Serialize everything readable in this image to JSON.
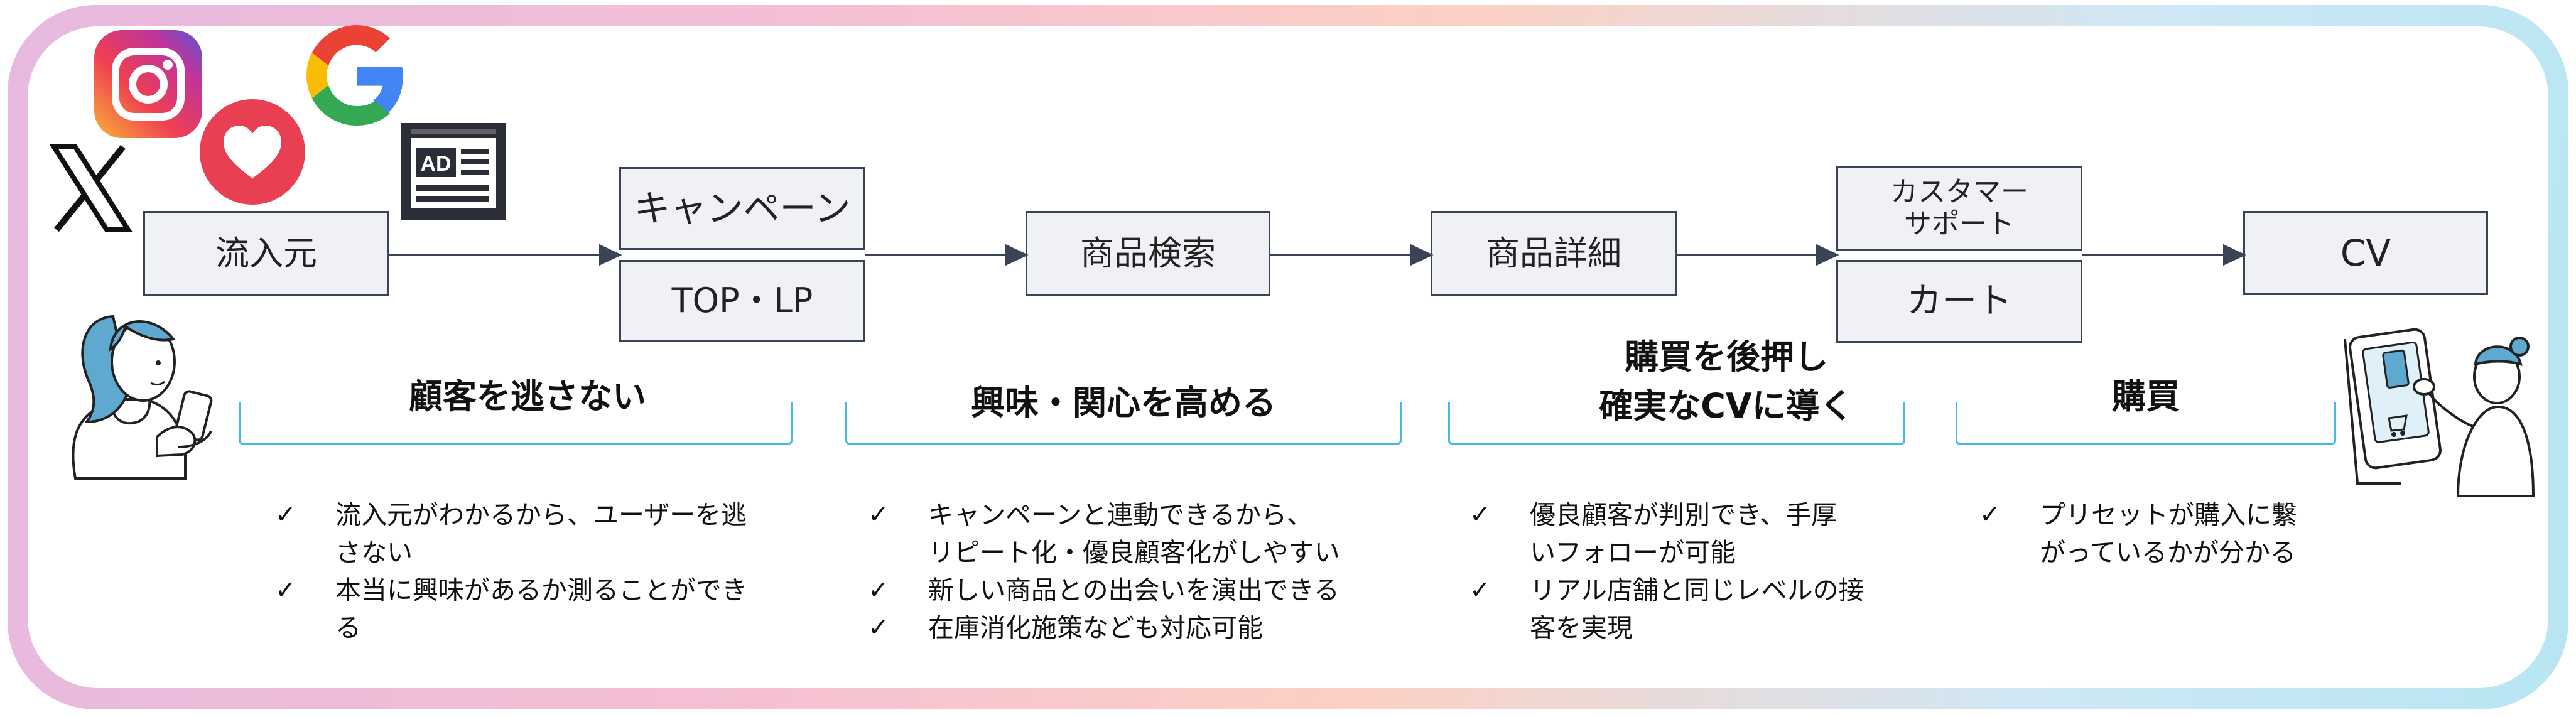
{
  "flow": {
    "source": "流入元",
    "campaign": "キャンペーン",
    "top_lp": "TOP・LP",
    "search": "商品検索",
    "detail": "商品詳細",
    "support": "カスタマー\nサポート",
    "cart": "カート",
    "cv": "CV"
  },
  "icons": {
    "source_icons": [
      "instagram-icon",
      "heart-icon",
      "google-icon",
      "x-logo-icon",
      "ad-icon"
    ],
    "ad_label": "AD"
  },
  "stages": [
    {
      "title": "顧客を逃さない",
      "bullets": [
        "流入元がわかるから、ユーザーを逃\nさない",
        "本当に興味があるか測ることができ\nる"
      ]
    },
    {
      "title": "興味・関心を高める",
      "bullets": [
        "キャンペーンと連動できるから、\nリピート化・優良顧客化がしやすい",
        "新しい商品との出会いを演出できる",
        "在庫消化施策なども対応可能"
      ]
    },
    {
      "title": "購買を後押し\n確実なCVに導く",
      "bullets": [
        "優良顧客が判別でき、手厚\nいフォローが可能",
        "リアル店舗と同じレベルの接\n客を実現"
      ]
    },
    {
      "title": "購買",
      "bullets": [
        "プリセットが購入に繋\nがっているかが分かる"
      ]
    }
  ],
  "check_mark": "✓",
  "colors": {
    "accent": "#45b9e3",
    "box_fill": "#f0f1f4",
    "box_border": "#3b4456"
  }
}
